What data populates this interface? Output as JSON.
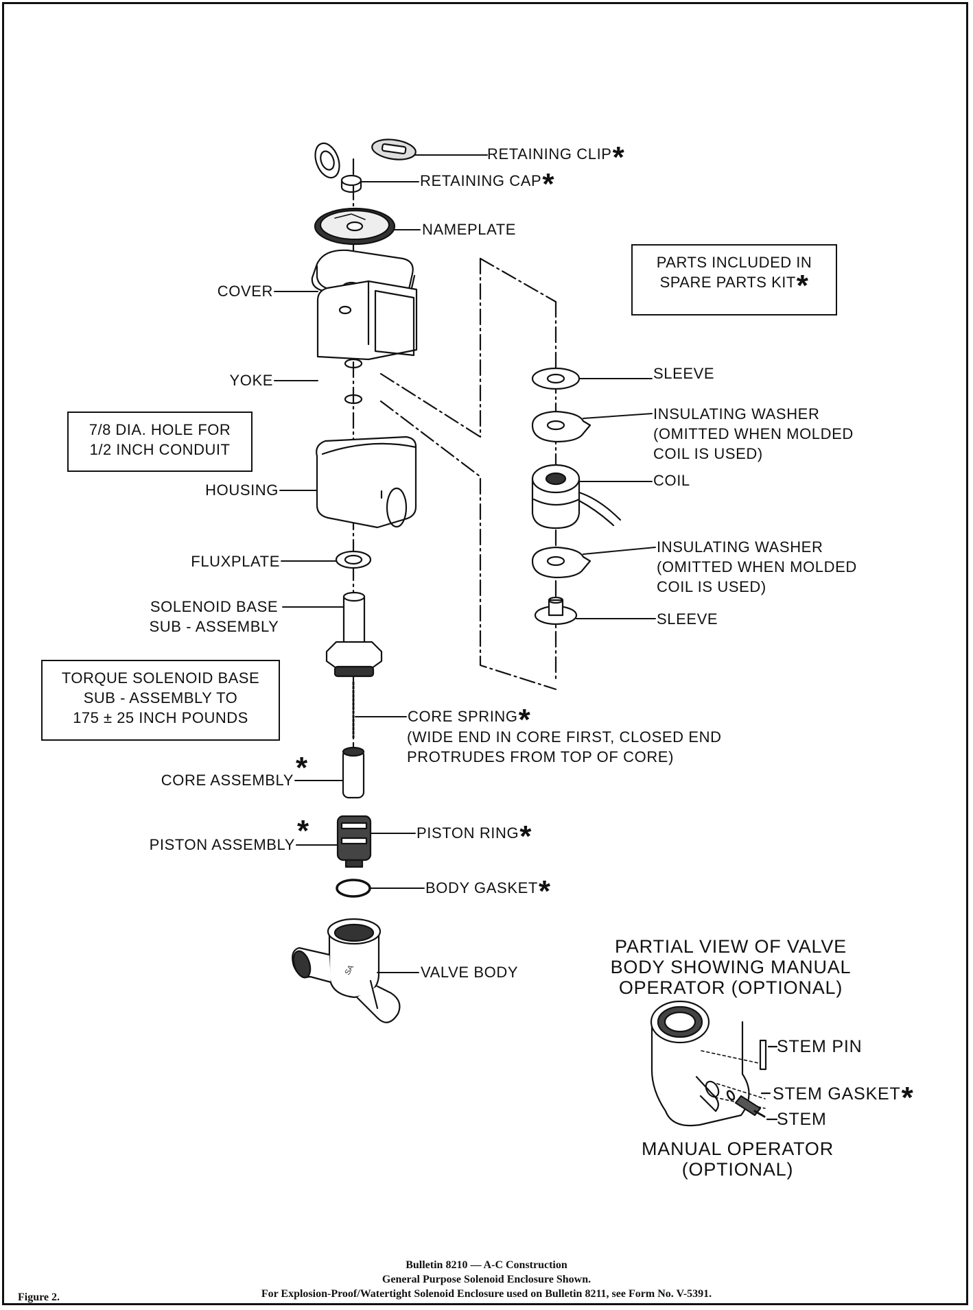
{
  "labels": {
    "retaining_clip": "RETAINING CLIP",
    "retaining_cap": "RETAINING CAP",
    "nameplate": "NAMEPLATE",
    "cover": "COVER",
    "yoke": "YOKE",
    "housing": "HOUSING",
    "fluxplate": "FLUXPLATE",
    "solenoid_base": [
      "SOLENOID BASE",
      "SUB - ASSEMBLY"
    ],
    "core_spring": "CORE SPRING",
    "core_spring_note": [
      "(WIDE END IN CORE FIRST, CLOSED END",
      "PROTRUDES FROM TOP OF CORE)"
    ],
    "core_assembly": "CORE ASSEMBLY",
    "piston_assembly": "PISTON ASSEMBLY",
    "piston_ring": "PISTON RING",
    "body_gasket": "BODY GASKET",
    "valve_body": "VALVE BODY",
    "sleeve_top": "SLEEVE",
    "insulating_washer_top": [
      "INSULATING WASHER",
      "(OMITTED WHEN MOLDED",
      "COIL IS USED)"
    ],
    "coil": "COIL",
    "insulating_washer_bottom": [
      "INSULATING WASHER",
      "(OMITTED WHEN MOLDED",
      "COIL IS USED)"
    ],
    "sleeve_bottom": "SLEEVE",
    "stem_pin": "STEM PIN",
    "stem_gasket": "STEM GASKET",
    "stem": "STEM"
  },
  "spare_marker": "*",
  "notes": {
    "spare_kit": [
      "PARTS INCLUDED IN",
      "SPARE PARTS KIT"
    ],
    "conduit": [
      "7/8 DIA. HOLE FOR",
      "1/2 INCH CONDUIT"
    ],
    "torque": [
      "TORQUE SOLENOID BASE",
      "SUB - ASSEMBLY TO",
      "175 ± 25 INCH POUNDS"
    ]
  },
  "partial_view": {
    "title": [
      "PARTIAL VIEW OF VALVE",
      "BODY SHOWING MANUAL",
      "OPERATOR (OPTIONAL)"
    ],
    "subtitle": [
      "MANUAL OPERATOR",
      "(OPTIONAL)"
    ]
  },
  "caption": {
    "line1": "Bulletin 8210 — A-C Construction",
    "line2": "General Purpose Solenoid Enclosure Shown.",
    "line3": "For Explosion-Proof/Watertight Solenoid Enclosure used on Bulletin 8211, see Form No. V-5391.",
    "figure": "Figure 2."
  }
}
